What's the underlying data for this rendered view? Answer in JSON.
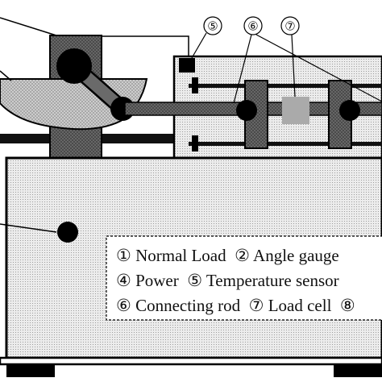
{
  "callouts": {
    "temperature_sensor": "⑤",
    "connecting_rod": "⑥",
    "load_cell": "⑦"
  },
  "legend": {
    "row1": "① Normal Load  ② Angle gauge",
    "row2": "④ Power  ⑤ Temperature sensor",
    "row3": "⑥ Connecting rod  ⑦ Load cell  ⑧"
  },
  "colors": {
    "dark_hatch": "#707070",
    "light_hatch": "#d4d4d4",
    "dots_bg": "#ebebeb",
    "sensor_gray": "#aaaaaa",
    "stroke": "#000000"
  }
}
